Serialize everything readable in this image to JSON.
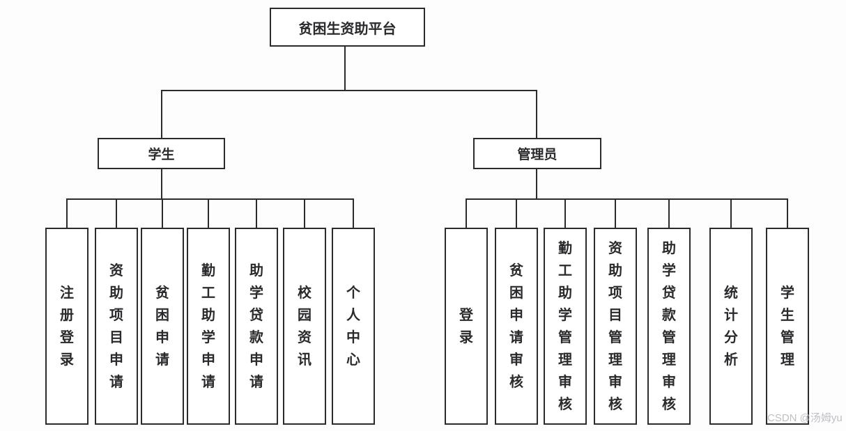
{
  "diagram": {
    "watermark": "CSDN @汤姆yu",
    "colors": {
      "line": "#2b2b2e",
      "text": "#2a2a2c",
      "background": "#fdfdfe",
      "watermark": "#bfbfc3",
      "box_fill": "#ffffff"
    },
    "tree": {
      "root": "贫困生资助平台",
      "branches": [
        {
          "label": "学生",
          "children": [
            "注册登录",
            "资助项目申请",
            "贫困申请",
            "勤工助学申请",
            "助学贷款申请",
            "校园资讯",
            "个人中心"
          ]
        },
        {
          "label": "管理员",
          "children": [
            "登录",
            "贫困申请审核",
            "勤工助学管理审核",
            "资助项目管理审核",
            "助学贷款管理审核",
            "统计分析",
            "学生管理"
          ]
        }
      ]
    }
  }
}
